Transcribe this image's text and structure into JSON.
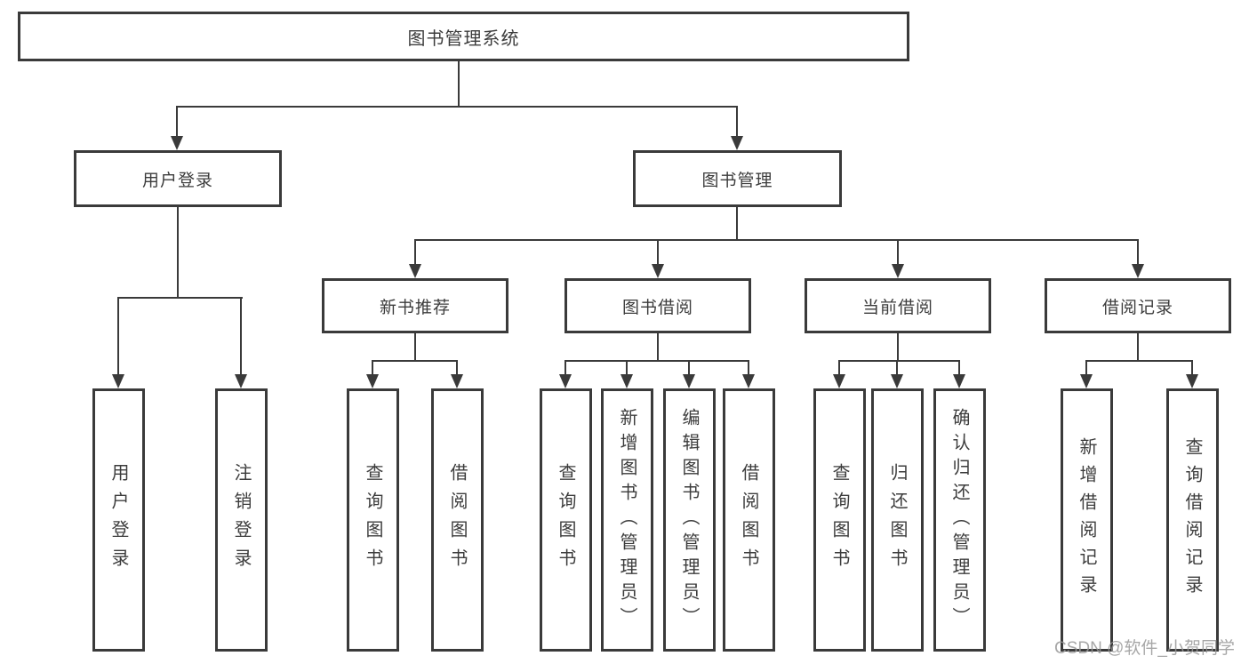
{
  "root_label": "图书管理系统",
  "branches": {
    "user_login": {
      "label": "用户登录",
      "leaves": [
        "用户登录",
        "注销登录"
      ]
    },
    "book_mgmt": {
      "label": "图书管理",
      "groups": [
        {
          "label": "新书推荐",
          "leaves": [
            "查询图书",
            "借阅图书"
          ]
        },
        {
          "label": "图书借阅",
          "leaves": [
            "查询图书",
            "新增图书（管理员）",
            "编辑图书（管理员）",
            "借阅图书"
          ]
        },
        {
          "label": "当前借阅",
          "leaves": [
            "查询图书",
            "归还图书",
            "确认归还（管理员）"
          ]
        },
        {
          "label": "借阅记录",
          "leaves": [
            "新增借阅记录",
            "查询借阅记录"
          ]
        }
      ]
    }
  },
  "watermark": "CSDN @软件_小贺同学",
  "colors": {
    "line": "#3a3a3a",
    "text": "#3c3c3c",
    "background": "#ffffff",
    "watermark": "#989898"
  }
}
